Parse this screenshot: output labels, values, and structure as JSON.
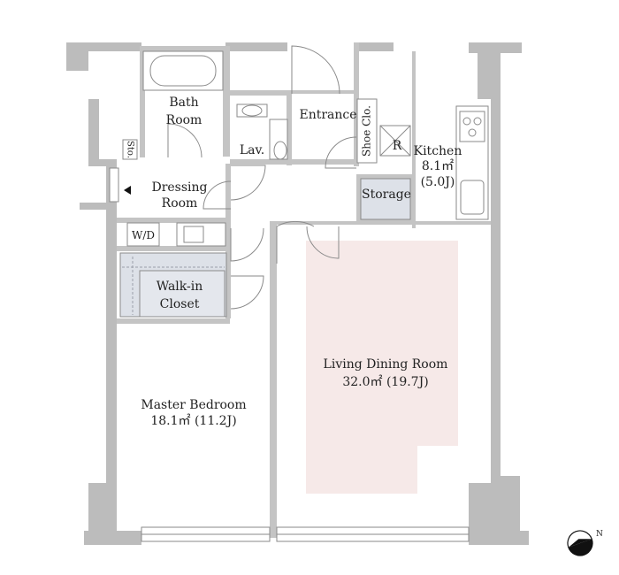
{
  "colors": {
    "wall": "#bcbcbc",
    "line": "#8a8a8a",
    "living_highlight": "#f6e9e8",
    "closet_fill": "#dde1e8",
    "storage_fill": "#dde1e8",
    "compass": "#111111"
  },
  "rooms": {
    "bath": {
      "line1": "Bath",
      "line2": "Room"
    },
    "sto": "Sto.",
    "lav": "Lav.",
    "entrance": "Entrance",
    "shoe_closet": "Shoe Clo.",
    "refrigerator": "R",
    "kitchen": {
      "name": "Kitchen",
      "area_sqm": "8.1㎡",
      "area_jo": "(5.0J)"
    },
    "dressing": {
      "line1": "Dressing",
      "line2": "Room"
    },
    "storage": "Storage",
    "washer_dryer": "W/D",
    "walkin": {
      "line1": "Walk-in",
      "line2": "Closet"
    },
    "living": {
      "name": "Living Dining Room",
      "area": "32.0㎡  (19.7J)"
    },
    "master": {
      "name": "Master Bedroom",
      "area": "18.1㎡  (11.2J)"
    }
  },
  "compass": {
    "direction": "N",
    "icon": "north-arrow-icon"
  }
}
